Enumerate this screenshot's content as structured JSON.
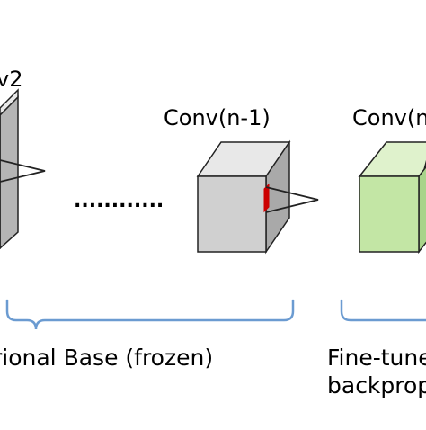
{
  "diagram": {
    "labels": {
      "conv2": "v2",
      "conv_n_minus_1": "Conv(n-1)",
      "conv_n": "Conv(n",
      "ellipsis": "............",
      "base": "rional Base (frozen)",
      "finetune_line1": "Fine-tune",
      "finetune_line2": "backprop"
    },
    "colors": {
      "frozen_front": "#d0d0d0",
      "frozen_top": "#e8e8e8",
      "frozen_side": "#a9a9a9",
      "finetune_front": "#c3e6a5",
      "finetune_top": "#dff2cc",
      "finetune_side": "#a8d48a",
      "brace": "#6b9bd1",
      "kernel": "#cc0000",
      "stroke": "#222222"
    }
  }
}
